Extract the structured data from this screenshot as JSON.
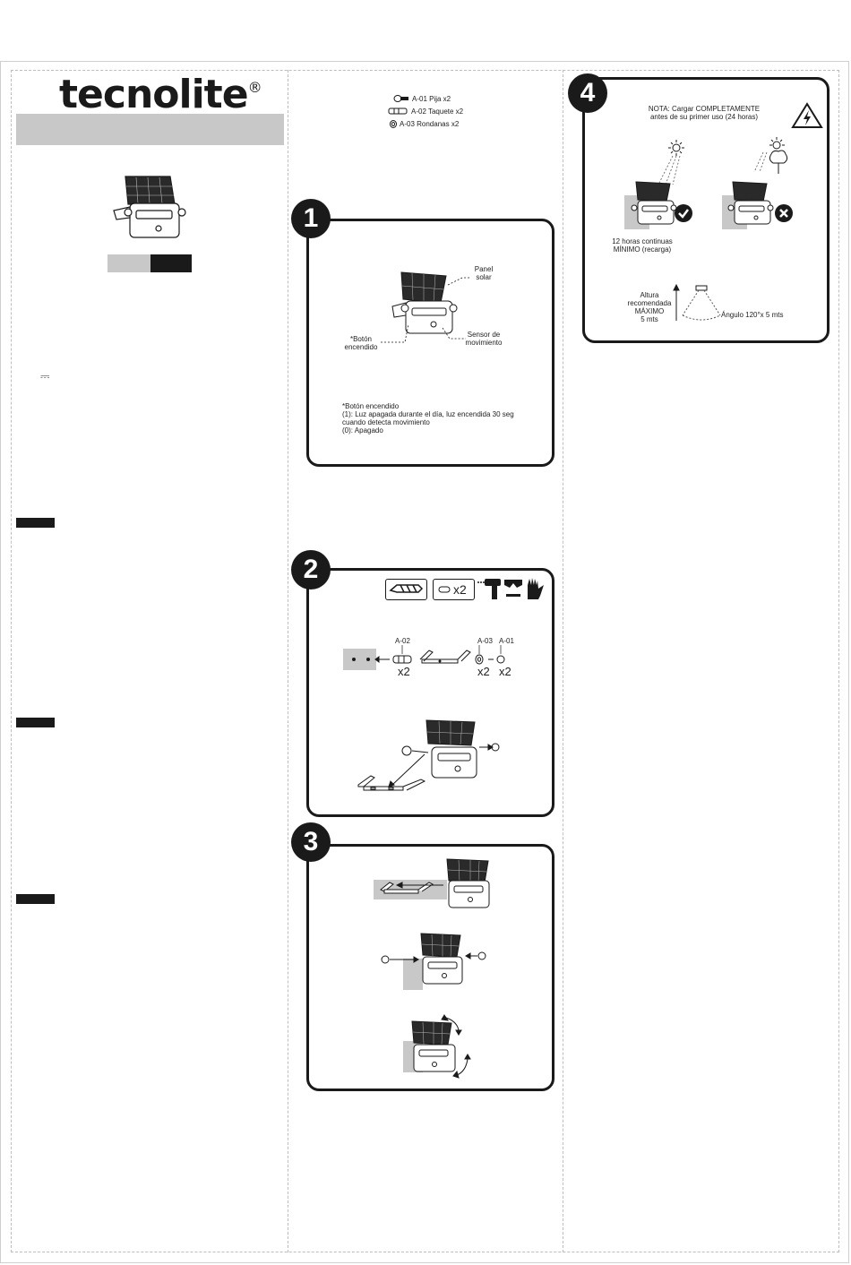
{
  "brand": {
    "name": "tecnolite",
    "registered": "®"
  },
  "dc_symbol": "⎓",
  "accessories": [
    {
      "text": "A-01 Pija x2"
    },
    {
      "text": "A-02 Taquete x2"
    },
    {
      "text": "A-03 Rondanas x2"
    }
  ],
  "step1": {
    "number": "1",
    "panel_label_1": "Panel",
    "panel_label_2": "solar",
    "button_label_1": "*Botón",
    "button_label_2": "encendido",
    "sensor_label_1": "Sensor de",
    "sensor_label_2": "movimiento",
    "note_lines": [
      "*Botón encendido",
      "(1): Luz apagada durante el día, luz encendida 30 seg",
      "cuando detecta movimiento",
      "(0): Apagado"
    ]
  },
  "step2": {
    "number": "2",
    "tool_x2": "x2",
    "a02": "A-02",
    "a03": "A-03",
    "a01": "A-01",
    "qty_a02": "x2",
    "qty_a03": "x2",
    "qty_a01": "x2"
  },
  "step3": {
    "number": "3"
  },
  "step4": {
    "number": "4",
    "note_line1": "NOTA: Cargar COMPLETAMENTE",
    "note_line2": "antes de su primer uso (24 horas)",
    "charge_line1": "12 horas continuas",
    "charge_line2": "MÍNIMO (recarga)",
    "height_lines": [
      "Altura",
      "recomendada",
      "MÁXIMO",
      "5 mts"
    ],
    "angle_text": "Ángulo 120°x 5 mts"
  },
  "colors": {
    "ink": "#1a1a1a",
    "grey": "#c8c8c8"
  }
}
